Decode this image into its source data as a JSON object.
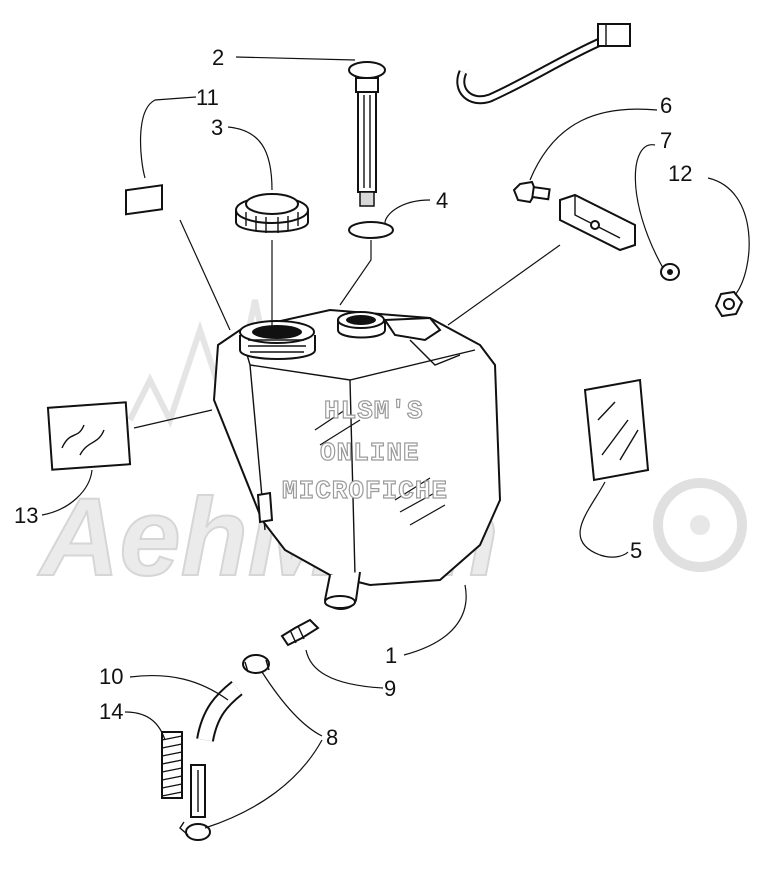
{
  "watermark": {
    "lines": [
      "HLSM'S",
      "ONLINE",
      "MICROFICHE"
    ],
    "brand": "AehMam"
  },
  "callouts": {
    "c1": "1",
    "c2": "2",
    "c3": "3",
    "c4": "4",
    "c5": "5",
    "c6": "6",
    "c7": "7",
    "c8": "8",
    "c9": "9",
    "c10": "10",
    "c11": "11",
    "c12": "12",
    "c13": "13",
    "c14": "14"
  }
}
